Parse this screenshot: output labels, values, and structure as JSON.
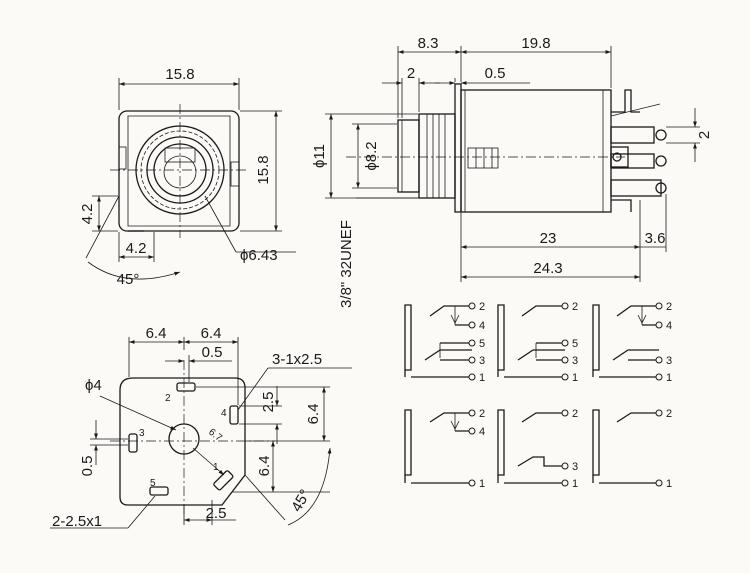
{
  "front_view": {
    "width": "15.8",
    "height": "15.8",
    "corner_h": "4.2",
    "corner_w": "4.2",
    "angle": "45°",
    "hole": "ϕ6.43"
  },
  "side_view": {
    "front_len": "8.3",
    "body_len": "19.8",
    "flange": "2",
    "plate": "0.5",
    "dia_outer": "ϕ11",
    "dia_inner": "ϕ8.2",
    "thread": "3/8\" 32UNEF",
    "pin_pitch": "2",
    "body": "23",
    "tail": "3.6",
    "total": "24.3"
  },
  "pcb_view": {
    "w_left": "6.4",
    "w_right": "6.4",
    "offset_top": "0.5",
    "slot_top": "3-1x2.5",
    "hole": "ϕ4",
    "pin2_len": "2.5",
    "h_upper": "6.4",
    "h_lower": "6.4",
    "diag": "6.7",
    "offset_left": "0.5",
    "angle": "45°",
    "slot_bottom": "2-2.5x1",
    "pin5_len": "2.5",
    "pins": [
      "1",
      "2",
      "3",
      "4",
      "5"
    ]
  },
  "schematics": [
    {
      "pins": [
        "2",
        "4",
        "5",
        "3",
        "1"
      ]
    },
    {
      "pins": [
        "2",
        "5",
        "3",
        "1"
      ]
    },
    {
      "pins": [
        "2",
        "4",
        "3",
        "1"
      ]
    },
    {
      "pins": [
        "2",
        "4",
        "1"
      ]
    },
    {
      "pins": [
        "2",
        "3",
        "1"
      ]
    },
    {
      "pins": [
        "2",
        "1"
      ]
    }
  ]
}
